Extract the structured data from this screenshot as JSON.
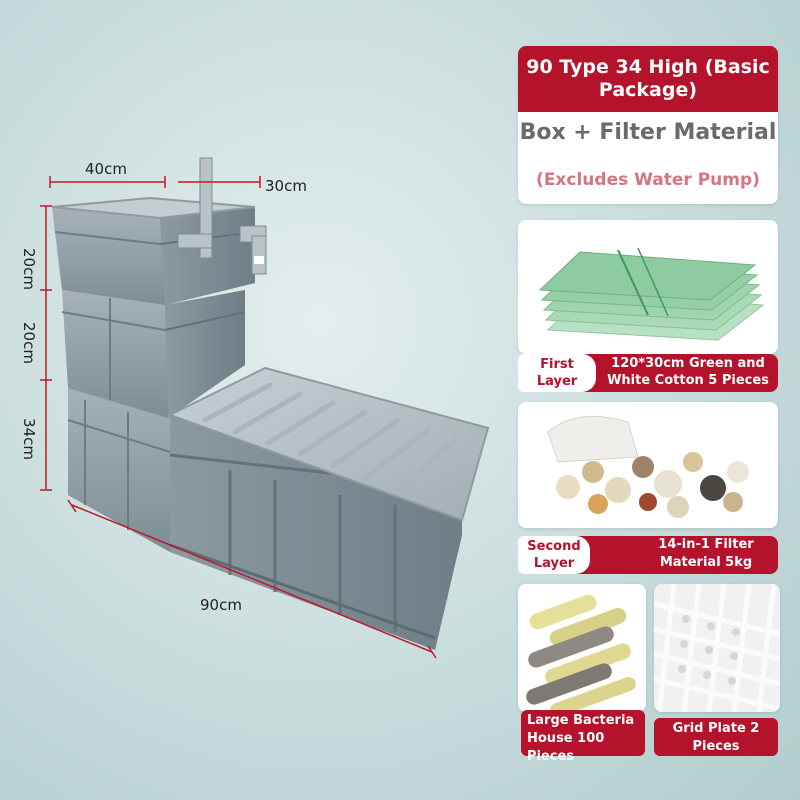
{
  "dimensions": {
    "top_width": "40cm",
    "top_depth": "30cm",
    "h_top": "20cm",
    "h_middle": "20cm",
    "h_bottom": "34cm",
    "length": "90cm"
  },
  "package": {
    "title": "90 Type 34 High (Basic Package)",
    "subtitle": "Box + Filter Material",
    "note": "(Excludes Water Pump)"
  },
  "layers": [
    {
      "label": "First Layer",
      "desc": "120*30cm Green and White Cotton 5 Pieces"
    },
    {
      "label": "Second Layer",
      "desc": "14-in-1 Filter Material 5kg"
    }
  ],
  "extras": [
    {
      "desc": "Large Bacteria House 100 Pieces"
    },
    {
      "desc": "Grid Plate 2 Pieces"
    }
  ],
  "colors": {
    "accent": "#b5122b",
    "box_gray": "#8e9ca4",
    "dimension_line": "#c0182a"
  }
}
